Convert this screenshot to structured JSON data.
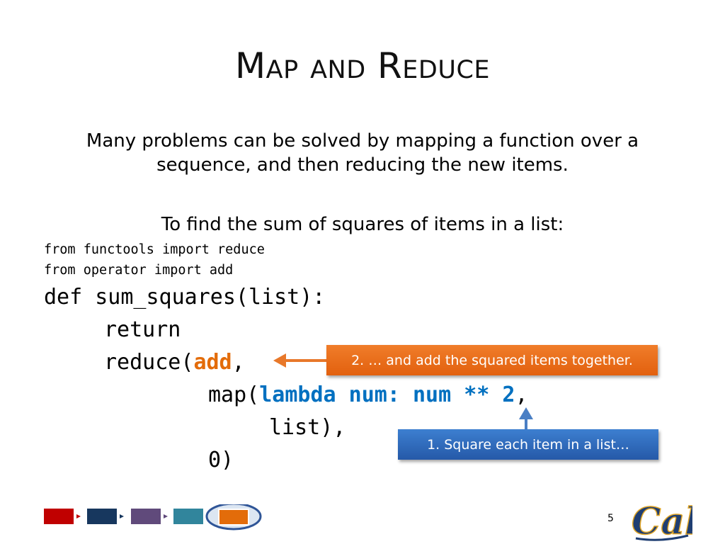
{
  "slide": {
    "title": "Map and Reduce",
    "intro": "Many problems can be solved by mapping a function over a sequence, and then reducing the new items.",
    "subheading": "To find the sum of squares of items in a list:",
    "slide_number": "5",
    "logo_text": "Cal"
  },
  "code": {
    "import1": "from functools import reduce",
    "import2": "from operator import add",
    "def_line": "def sum_squares(list):",
    "return_line": "return",
    "reduce_open": "reduce(",
    "reduce_arg": "add",
    "reduce_comma": ",",
    "map_open": "map(",
    "lambda_expr": "lambda num: num ** 2",
    "map_comma": ",",
    "list_arg": "list),",
    "zero_arg": "0)"
  },
  "callouts": {
    "step2": "2. … and add the squared items together.",
    "step1": "1. Square each item in a list…"
  },
  "colors": {
    "orange": "#e36c0a",
    "blue": "#0070c0",
    "nav_red": "#c00000",
    "nav_navy": "#17375e",
    "nav_purple": "#604a7b",
    "nav_teal": "#31859c",
    "nav_orange": "#e36c0a",
    "nav_ring": "#2f5597",
    "logo_blue": "#1f3e72",
    "logo_gold": "#e0a526"
  },
  "nav": {
    "steps": 5,
    "current_step": 5
  }
}
